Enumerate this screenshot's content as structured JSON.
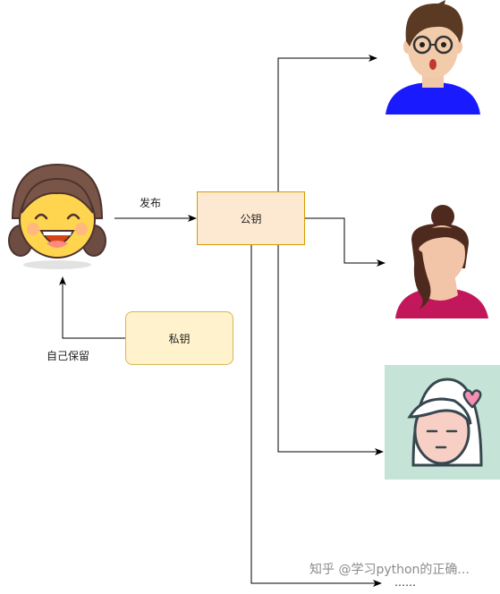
{
  "diagram": {
    "nodes": {
      "public_key": "公钥",
      "private_key": "私钥"
    },
    "edges": {
      "publish": "发布",
      "keep_private": "自己保留"
    },
    "more_recipients": "……",
    "watermark": "知乎 @学习python的正确..."
  },
  "colors": {
    "public_key_fill": "#fde9d1",
    "public_key_stroke": "#d79b00",
    "private_key_fill": "#fff2cc",
    "private_key_stroke": "#d6b656",
    "arrow": "#000000"
  },
  "icons": [
    "smiling-girl-avatar",
    "boy-with-glasses-avatar",
    "woman-with-bun-avatar",
    "girl-with-heart-clip-avatar"
  ]
}
